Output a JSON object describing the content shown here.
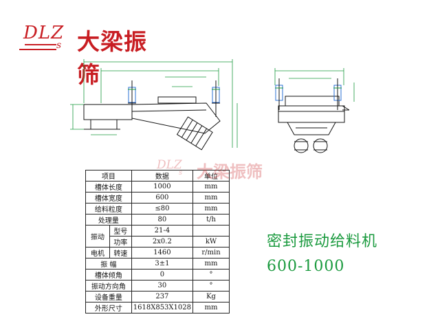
{
  "logo": {
    "mark": "DLZ",
    "mark_sub": "s",
    "name": "大梁振筛",
    "color": "#c81d22"
  },
  "watermark": {
    "mark": "DLZ",
    "mark_sub": "s",
    "name": "大梁振筛"
  },
  "product": {
    "name": "密封振动给料机",
    "model": "600-1000",
    "color": "#1a9a3e"
  },
  "spec_table": {
    "headers": [
      "项目",
      "数据",
      "单位"
    ],
    "rows": [
      [
        "槽体长度",
        "1000",
        "mm"
      ],
      [
        "槽体宽度",
        "600",
        "mm"
      ],
      [
        "给料粒度",
        "≤80",
        "mm"
      ],
      [
        "处理量",
        "80",
        "t/h"
      ],
      [
        "",
        "型号",
        "21-4",
        ""
      ],
      [
        "",
        "功率",
        "2x0.2",
        "kW"
      ],
      [
        "电机",
        "转速",
        "1460",
        "r/min"
      ],
      [
        "振 幅",
        "",
        "3±1",
        "mm"
      ],
      [
        "槽体倾角",
        "0",
        "°"
      ],
      [
        "振动方向角",
        "30",
        "°"
      ],
      [
        "设备重量",
        "237",
        "Kg"
      ],
      [
        "外形尺寸",
        "1618X853X1028",
        "mm"
      ]
    ],
    "group_label": "振动"
  }
}
